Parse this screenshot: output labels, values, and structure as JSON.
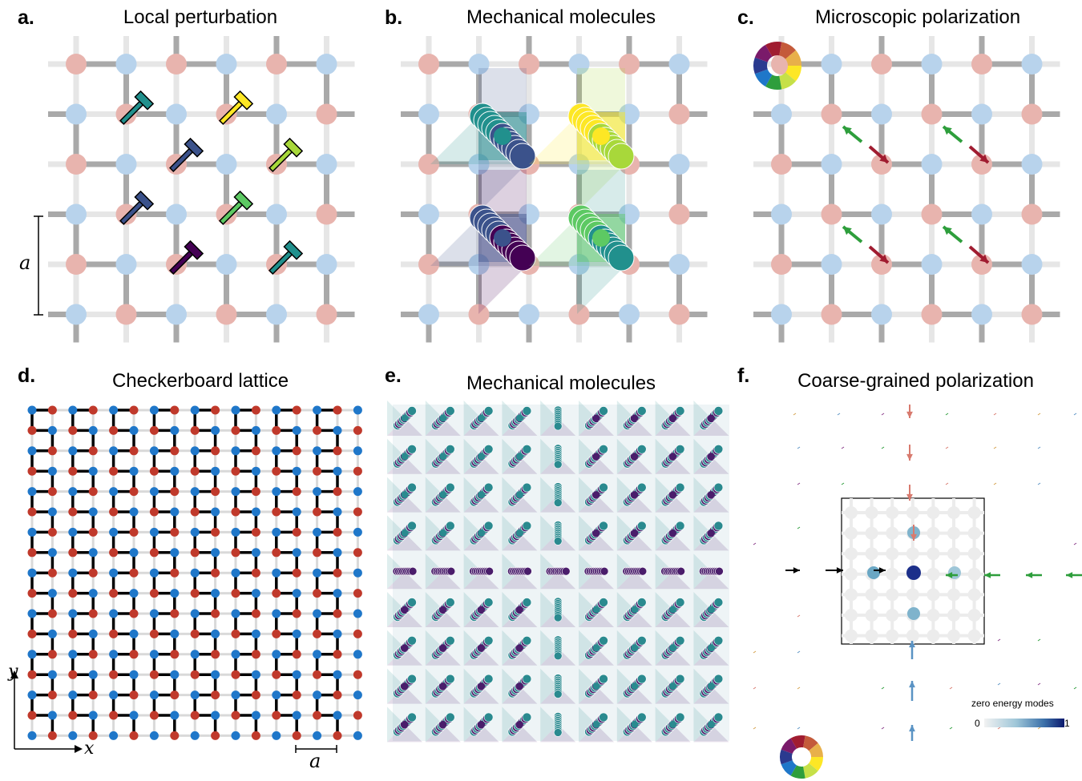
{
  "panels": {
    "a": {
      "label": "a.",
      "title": "Local perturbation",
      "spacing_symbol": "a"
    },
    "b": {
      "label": "b.",
      "title": "Mechanical molecules"
    },
    "c": {
      "label": "c.",
      "title": "Microscopic polarization"
    },
    "d": {
      "label": "d.",
      "title": "Checkerboard lattice",
      "x_axis": "x",
      "y_axis": "y",
      "spacing_symbol": "a"
    },
    "e": {
      "label": "e.",
      "title": "Mechanical molecules"
    },
    "f": {
      "label": "f.",
      "title": "Coarse-grained polarization",
      "colorbar": {
        "label": "zero energy modes",
        "min": "0",
        "max": "1"
      }
    }
  },
  "colors": {
    "site_red": "#e8b4ae",
    "site_blue": "#b8d3ec",
    "bond_dark": "#a9a9a9",
    "bond_light": "#e6e6e6",
    "d_red": "#c0392b",
    "d_blue": "#1f77c9",
    "viridis": [
      "#440154",
      "#3b528b",
      "#21908d",
      "#5dc963",
      "#fde725"
    ],
    "arrow_green": "#2e9e3c",
    "arrow_red": "#a01c30",
    "molecule_teal": "#2a8a8f",
    "molecule_purple": "#4a1d6b"
  },
  "icons": [
    "hammer-icon",
    "color-wheel-icon",
    "arrow-icon"
  ]
}
